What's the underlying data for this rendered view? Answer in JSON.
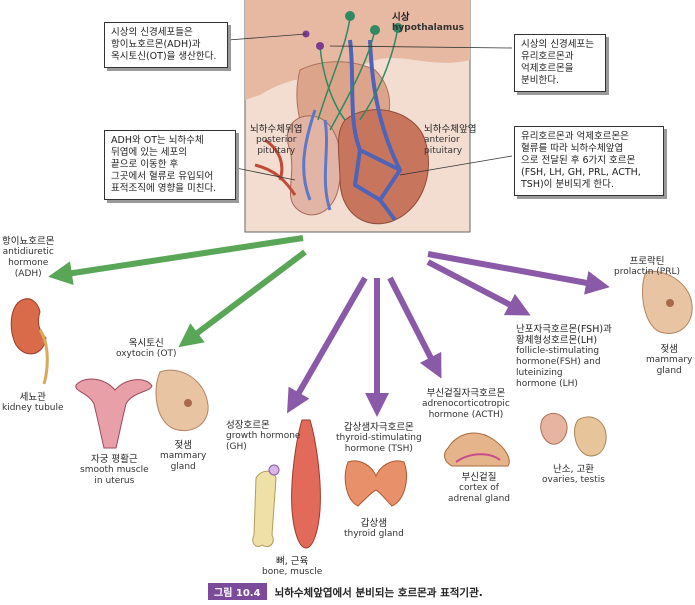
{
  "colors": {
    "green_arrow": "#5aa657",
    "purple_arrow": "#8a5aa8",
    "hypothalamus_tissue": "#d9a98f",
    "pituitary_tissue": "#c8755e",
    "vessel_blue": "#4f63b7",
    "neuron_green": "#2e8a62"
  },
  "hypothalamus": {
    "ko": "시상",
    "en": "hypothalamus"
  },
  "posterior_pituitary": {
    "ko": "뇌하수체뒤엽",
    "en1": "posterior",
    "en2": "pituitary"
  },
  "anterior_pituitary": {
    "ko": "뇌하수체앞엽",
    "en1": "anterior",
    "en2": "pituitary"
  },
  "notes": {
    "left_top": [
      "시상의 신경세포들은",
      "항이뇨호르몬(ADH)과",
      "옥시토신(OT)을 생산한다."
    ],
    "left_mid": [
      "ADH와 OT는 뇌하수체",
      "뒤엽에 있는 세포의",
      "끝으로 이동한 후",
      "그곳에서 혈류로 유입되어",
      "표적조직에 영향을 미친다."
    ],
    "right_top": [
      "시상의 신경세포는",
      "유리호르몬과",
      "억제호르몬을",
      "분비한다."
    ],
    "right_mid": [
      "유리호르몬과 억제호르몬은",
      "혈류를 따라 뇌하수체앞엽",
      "으로 전달된 후 6가지 호르몬",
      "(FSH, LH, GH, PRL, ACTH,",
      "TSH)이 분비되게 한다."
    ]
  },
  "targets": {
    "adh": {
      "ko": "항이뇨호르몬",
      "en1": "antidiuretic",
      "en2": "hormone",
      "en3": "(ADH)"
    },
    "kidney": {
      "ko": "세뇨관",
      "en": "kidney tubule"
    },
    "ot": {
      "ko": "옥시토신",
      "en": "oxytocin (OT)"
    },
    "uterus": {
      "ko": "자궁 평활근",
      "en1": "smooth muscle",
      "en2": "in uterus"
    },
    "mammary_left": {
      "ko": "젖샘",
      "en1": "mammary",
      "en2": "gland"
    },
    "gh": {
      "ko": "성장호르몬",
      "en1": "growth hormone",
      "en2": "(GH)"
    },
    "bone": {
      "ko": "뼈, 근육",
      "en": "bone, muscle"
    },
    "tsh": {
      "ko": "갑상샘자극호르몬",
      "en1": "thyroid-stimulating",
      "en2": "hormone (TSH)"
    },
    "thyroid": {
      "ko": "갑상샘",
      "en": "thyroid gland"
    },
    "acth": {
      "ko": "부신겉질자극호르몬",
      "en1": "adrenocorticotropic",
      "en2": "hormone (ACTH)"
    },
    "adrenal": {
      "ko": "부신겉질",
      "en1": "cortex of",
      "en2": "adrenal gland"
    },
    "fsh_lh": {
      "ko1": "난포자극호르몬(FSH)과",
      "ko2": "황체형성호르몬(LH)",
      "en1": "follicle-stimulating",
      "en2": "hormone(FSH) and",
      "en3": "luteinizing",
      "en4": "hormone (LH)"
    },
    "ovaries": {
      "ko": "난소, 고환",
      "en": "ovaries, testis"
    },
    "prl": {
      "ko": "프로락틴",
      "en": "prolactin (PRL)"
    },
    "mammary_right": {
      "ko": "젖샘",
      "en1": "mammary",
      "en2": "gland"
    }
  },
  "caption": {
    "badge": "그림 10.4",
    "text": "뇌하수체앞엽에서 분비되는 호르몬과 표적기관."
  }
}
